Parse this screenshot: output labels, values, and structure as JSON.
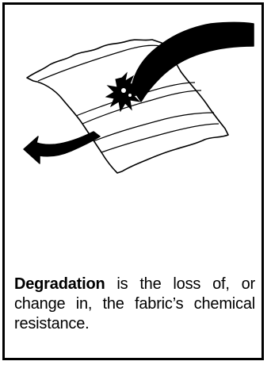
{
  "figure": {
    "illustration_icon": "fabric-degradation-illustration"
  },
  "caption": {
    "term": "Degradation",
    "body": " is the loss of, or change in, the fabric’s chemical resistance."
  }
}
